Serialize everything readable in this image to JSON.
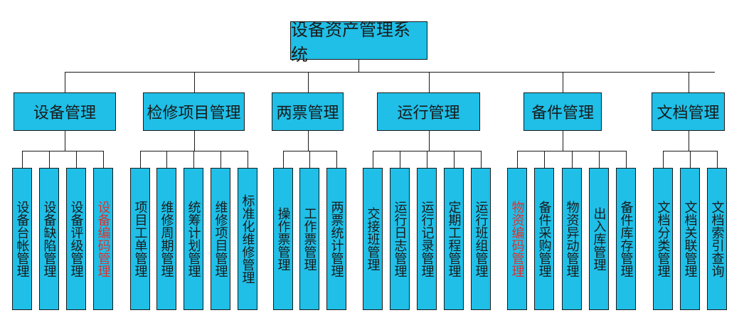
{
  "title": "设备资产管理系统",
  "colors": {
    "box_fill": "#1fbfe7",
    "border": "#1a1a1a",
    "text": "#1a1a1a",
    "highlight_text": "#e0302d"
  },
  "categories": [
    {
      "label": "设备管理",
      "items": [
        {
          "label": "设备台帐管理",
          "highlight": false
        },
        {
          "label": "设备缺陷管理",
          "highlight": false
        },
        {
          "label": "设备评级管理",
          "highlight": false
        },
        {
          "label": "设备编码管理",
          "highlight": true
        }
      ]
    },
    {
      "label": "检修项目管理",
      "items": [
        {
          "label": "项目工单管理",
          "highlight": false
        },
        {
          "label": "维修周期管理",
          "highlight": false
        },
        {
          "label": "统筹计划管理",
          "highlight": false
        },
        {
          "label": "维修项目管理",
          "highlight": false
        },
        {
          "label": "标准化维修管理",
          "highlight": false
        }
      ]
    },
    {
      "label": "两票管理",
      "items": [
        {
          "label": "操作票管理",
          "highlight": false
        },
        {
          "label": "工作票管理",
          "highlight": false
        },
        {
          "label": "两票统计管理",
          "highlight": false
        }
      ]
    },
    {
      "label": "运行管理",
      "items": [
        {
          "label": "交接班管理",
          "highlight": false
        },
        {
          "label": "运行日志管理",
          "highlight": false
        },
        {
          "label": "运行记录管理",
          "highlight": false
        },
        {
          "label": "定期工程管理",
          "highlight": false
        },
        {
          "label": "运行班组管理",
          "highlight": false
        }
      ]
    },
    {
      "label": "备件管理",
      "items": [
        {
          "label": "物资编码管理",
          "highlight": true
        },
        {
          "label": "备件采购管理",
          "highlight": false
        },
        {
          "label": "物资异动管理",
          "highlight": false
        },
        {
          "label": "出入库管理",
          "highlight": false
        },
        {
          "label": "备件库存管理",
          "highlight": false
        }
      ]
    },
    {
      "label": "文档管理",
      "items": [
        {
          "label": "文档分类管理",
          "highlight": false
        },
        {
          "label": "文档关联管理",
          "highlight": false
        },
        {
          "label": "文档索引查询",
          "highlight": false
        }
      ]
    }
  ]
}
